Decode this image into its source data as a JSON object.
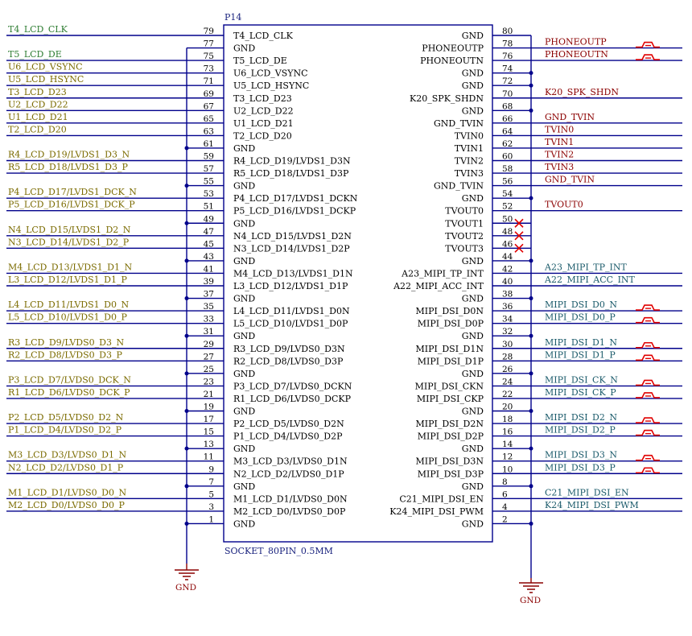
{
  "component": {
    "designator": "P14",
    "footprint": "SOCKET_80PIN_0.5MM"
  },
  "colors": {
    "wire": "#00008b",
    "box": "#00008b",
    "pin_text": "#000000",
    "net_green": "#2e7d32",
    "net_olive": "#7b6b00",
    "net_darkred": "#8b0000",
    "net_teal": "#1a5a6a",
    "noconnect": "#e00000",
    "gnd": "#8b0000"
  },
  "gnd_symbols": [
    {
      "label": "GND"
    },
    {
      "label": "GND"
    }
  ],
  "left_pins": [
    {
      "num": "79",
      "name": "T4_LCD_CLK"
    },
    {
      "num": "77",
      "name": "GND"
    },
    {
      "num": "75",
      "name": "T5_LCD_DE"
    },
    {
      "num": "73",
      "name": "U6_LCD_VSYNC"
    },
    {
      "num": "71",
      "name": "U5_LCD_HSYNC"
    },
    {
      "num": "69",
      "name": "T3_LCD_D23"
    },
    {
      "num": "67",
      "name": "U2_LCD_D22"
    },
    {
      "num": "65",
      "name": "U1_LCD_D21"
    },
    {
      "num": "63",
      "name": "T2_LCD_D20"
    },
    {
      "num": "61",
      "name": "GND"
    },
    {
      "num": "59",
      "name": "R4_LCD_D19/LVDS1_D3N"
    },
    {
      "num": "57",
      "name": "R5_LCD_D18/LVDS1_D3P"
    },
    {
      "num": "55",
      "name": "GND"
    },
    {
      "num": "53",
      "name": "P4_LCD_D17/LVDS1_DCKN"
    },
    {
      "num": "51",
      "name": "P5_LCD_D16/LVDS1_DCKP"
    },
    {
      "num": "49",
      "name": "GND"
    },
    {
      "num": "47",
      "name": "N4_LCD_D15/LVDS1_D2N"
    },
    {
      "num": "45",
      "name": "N3_LCD_D14/LVDS1_D2P"
    },
    {
      "num": "43",
      "name": "GND"
    },
    {
      "num": "41",
      "name": "M4_LCD_D13/LVDS1_D1N"
    },
    {
      "num": "39",
      "name": "L3_LCD_D12/LVDS1_D1P"
    },
    {
      "num": "37",
      "name": "GND"
    },
    {
      "num": "35",
      "name": "L4_LCD_D11/LVDS1_D0N"
    },
    {
      "num": "33",
      "name": "L5_LCD_D10/LVDS1_D0P"
    },
    {
      "num": "31",
      "name": "GND"
    },
    {
      "num": "29",
      "name": "R3_LCD_D9/LVDS0_D3N"
    },
    {
      "num": "27",
      "name": "R2_LCD_D8/LVDS0_D3P"
    },
    {
      "num": "25",
      "name": "GND"
    },
    {
      "num": "23",
      "name": "P3_LCD_D7/LVDS0_DCKN"
    },
    {
      "num": "21",
      "name": "R1_LCD_D6/LVDS0_DCKP"
    },
    {
      "num": "19",
      "name": "GND"
    },
    {
      "num": "17",
      "name": "P2_LCD_D5/LVDS0_D2N"
    },
    {
      "num": "15",
      "name": "P1_LCD_D4/LVDS0_D2P"
    },
    {
      "num": "13",
      "name": "GND"
    },
    {
      "num": "11",
      "name": "M3_LCD_D3/LVDS0_D1N"
    },
    {
      "num": "9",
      "name": "N2_LCD_D2/LVDS0_D1P"
    },
    {
      "num": "7",
      "name": "GND"
    },
    {
      "num": "5",
      "name": "M1_LCD_D1/LVDS0_D0N"
    },
    {
      "num": "3",
      "name": "M2_LCD_D0/LVDS0_D0P"
    },
    {
      "num": "1",
      "name": "GND"
    }
  ],
  "right_pins": [
    {
      "num": "80",
      "name": "GND"
    },
    {
      "num": "78",
      "name": "PHONEOUTP"
    },
    {
      "num": "76",
      "name": "PHONEOUTN"
    },
    {
      "num": "74",
      "name": "GND"
    },
    {
      "num": "72",
      "name": "GND"
    },
    {
      "num": "70",
      "name": "K20_SPK_SHDN"
    },
    {
      "num": "68",
      "name": "GND"
    },
    {
      "num": "66",
      "name": "GND_TVIN"
    },
    {
      "num": "64",
      "name": "TVIN0"
    },
    {
      "num": "62",
      "name": "TVIN1"
    },
    {
      "num": "60",
      "name": "TVIN2"
    },
    {
      "num": "58",
      "name": "TVIN3"
    },
    {
      "num": "56",
      "name": "GND_TVIN"
    },
    {
      "num": "54",
      "name": "GND"
    },
    {
      "num": "52",
      "name": "TVOUT0"
    },
    {
      "num": "50",
      "name": "TVOUT1"
    },
    {
      "num": "48",
      "name": "TVOUT2"
    },
    {
      "num": "46",
      "name": "TVOUT3"
    },
    {
      "num": "44",
      "name": "GND"
    },
    {
      "num": "42",
      "name": "A23_MIPI_TP_INT"
    },
    {
      "num": "40",
      "name": "A22_MIPI_ACC_INT"
    },
    {
      "num": "38",
      "name": "GND"
    },
    {
      "num": "36",
      "name": "MIPI_DSI_D0N"
    },
    {
      "num": "34",
      "name": "MIPI_DSI_D0P"
    },
    {
      "num": "32",
      "name": "GND"
    },
    {
      "num": "30",
      "name": "MIPI_DSI_D1N"
    },
    {
      "num": "28",
      "name": "MIPI_DSI_D1P"
    },
    {
      "num": "26",
      "name": "GND"
    },
    {
      "num": "24",
      "name": "MIPI_DSI_CKN"
    },
    {
      "num": "22",
      "name": "MIPI_DSI_CKP"
    },
    {
      "num": "20",
      "name": "GND"
    },
    {
      "num": "18",
      "name": "MIPI_DSI_D2N"
    },
    {
      "num": "16",
      "name": "MIPI_DSI_D2P"
    },
    {
      "num": "14",
      "name": "GND"
    },
    {
      "num": "12",
      "name": "MIPI_DSI_D3N"
    },
    {
      "num": "10",
      "name": "MIPI_DSI_D3P"
    },
    {
      "num": "8",
      "name": "GND"
    },
    {
      "num": "6",
      "name": "C21_MIPI_DSI_EN"
    },
    {
      "num": "4",
      "name": "K24_MIPI_DSI_PWM"
    },
    {
      "num": "2",
      "name": "GND"
    }
  ],
  "left_nets": [
    {
      "pin": "79",
      "label": "T4_LCD_CLK",
      "color": "green"
    },
    {
      "pin": "75",
      "label": "T5_LCD_DE",
      "color": "green"
    },
    {
      "pin": "73",
      "label": "U6_LCD_VSYNC",
      "color": "olive"
    },
    {
      "pin": "71",
      "label": "U5_LCD_HSYNC",
      "color": "olive"
    },
    {
      "pin": "69",
      "label": "T3_LCD_D23",
      "color": "olive"
    },
    {
      "pin": "67",
      "label": "U2_LCD_D22",
      "color": "olive"
    },
    {
      "pin": "65",
      "label": "U1_LCD_D21",
      "color": "olive"
    },
    {
      "pin": "63",
      "label": "T2_LCD_D20",
      "color": "olive"
    },
    {
      "pin": "59",
      "label": "R4_LCD_D19/LVDS1_D3_N",
      "color": "olive"
    },
    {
      "pin": "57",
      "label": "R5_LCD_D18/LVDS1_D3_P",
      "color": "olive"
    },
    {
      "pin": "53",
      "label": "P4_LCD_D17/LVDS1_DCK_N",
      "color": "olive"
    },
    {
      "pin": "51",
      "label": "P5_LCD_D16/LVDS1_DCK_P",
      "color": "olive"
    },
    {
      "pin": "47",
      "label": "N4_LCD_D15/LVDS1_D2_N",
      "color": "olive"
    },
    {
      "pin": "45",
      "label": "N3_LCD_D14/LVDS1_D2_P",
      "color": "olive"
    },
    {
      "pin": "41",
      "label": "M4_LCD_D13/LVDS1_D1_N",
      "color": "olive"
    },
    {
      "pin": "39",
      "label": "L3_LCD_D12/LVDS1_D1_P",
      "color": "olive"
    },
    {
      "pin": "35",
      "label": "L4_LCD_D11/LVDS1_D0_N",
      "color": "olive"
    },
    {
      "pin": "33",
      "label": "L5_LCD_D10/LVDS1_D0_P",
      "color": "olive"
    },
    {
      "pin": "29",
      "label": "R3_LCD_D9/LVDS0_D3_N",
      "color": "olive"
    },
    {
      "pin": "27",
      "label": "R2_LCD_D8/LVDS0_D3_P",
      "color": "olive"
    },
    {
      "pin": "23",
      "label": "P3_LCD_D7/LVDS0_DCK_N",
      "color": "olive"
    },
    {
      "pin": "21",
      "label": "R1_LCD_D6/LVDS0_DCK_P",
      "color": "olive"
    },
    {
      "pin": "17",
      "label": "P2_LCD_D5/LVDS0_D2_N",
      "color": "olive"
    },
    {
      "pin": "15",
      "label": "P1_LCD_D4/LVDS0_D2_P",
      "color": "olive"
    },
    {
      "pin": "11",
      "label": "M3_LCD_D3/LVDS0_D1_N",
      "color": "olive"
    },
    {
      "pin": "9",
      "label": "N2_LCD_D2/LVDS0_D1_P",
      "color": "olive"
    },
    {
      "pin": "5",
      "label": "M1_LCD_D1/LVDS0_D0_N",
      "color": "olive"
    },
    {
      "pin": "3",
      "label": "M2_LCD_D0/LVDS0_D0_P",
      "color": "olive"
    }
  ],
  "right_nets": [
    {
      "pin": "78",
      "label": "PHONEOUTP",
      "color": "darkred",
      "diff_symbol": true
    },
    {
      "pin": "76",
      "label": "PHONEOUTN",
      "color": "darkred",
      "diff_symbol": true
    },
    {
      "pin": "70",
      "label": "K20_SPK_SHDN",
      "color": "darkred",
      "diff_symbol": false
    },
    {
      "pin": "66",
      "label": "GND_TVIN",
      "color": "darkred",
      "diff_symbol": false
    },
    {
      "pin": "64",
      "label": "TVIN0",
      "color": "darkred",
      "diff_symbol": false
    },
    {
      "pin": "62",
      "label": "TVIN1",
      "color": "darkred",
      "diff_symbol": false
    },
    {
      "pin": "60",
      "label": "TVIN2",
      "color": "darkred",
      "diff_symbol": false
    },
    {
      "pin": "58",
      "label": "TVIN3",
      "color": "darkred",
      "diff_symbol": false
    },
    {
      "pin": "56",
      "label": "GND_TVIN",
      "color": "darkred",
      "diff_symbol": false
    },
    {
      "pin": "52",
      "label": "TVOUT0",
      "color": "darkred",
      "diff_symbol": false
    },
    {
      "pin": "42",
      "label": "A23_MIPI_TP_INT",
      "color": "teal",
      "diff_symbol": false
    },
    {
      "pin": "40",
      "label": "A22_MIPI_ACC_INT",
      "color": "teal",
      "diff_symbol": false
    },
    {
      "pin": "36",
      "label": "MIPI_DSI_D0_N",
      "color": "teal",
      "diff_symbol": true
    },
    {
      "pin": "34",
      "label": "MIPI_DSI_D0_P",
      "color": "teal",
      "diff_symbol": true
    },
    {
      "pin": "30",
      "label": "MIPI_DSI_D1_N",
      "color": "teal",
      "diff_symbol": true
    },
    {
      "pin": "28",
      "label": "MIPI_DSI_D1_P",
      "color": "teal",
      "diff_symbol": true
    },
    {
      "pin": "24",
      "label": "MIPI_DSI_CK_N",
      "color": "teal",
      "diff_symbol": true
    },
    {
      "pin": "22",
      "label": "MIPI_DSI_CK_P",
      "color": "teal",
      "diff_symbol": true
    },
    {
      "pin": "18",
      "label": "MIPI_DSI_D2_N",
      "color": "teal",
      "diff_symbol": true
    },
    {
      "pin": "16",
      "label": "MIPI_DSI_D2_P",
      "color": "teal",
      "diff_symbol": true
    },
    {
      "pin": "12",
      "label": "MIPI_DSI_D3_N",
      "color": "teal",
      "diff_symbol": true
    },
    {
      "pin": "10",
      "label": "MIPI_DSI_D3_P",
      "color": "teal",
      "diff_symbol": true
    },
    {
      "pin": "6",
      "label": "C21_MIPI_DSI_EN",
      "color": "teal",
      "diff_symbol": false
    },
    {
      "pin": "4",
      "label": "K24_MIPI_DSI_PWM",
      "color": "teal",
      "diff_symbol": false
    }
  ],
  "no_connect_pins": [
    "50",
    "48",
    "46"
  ]
}
